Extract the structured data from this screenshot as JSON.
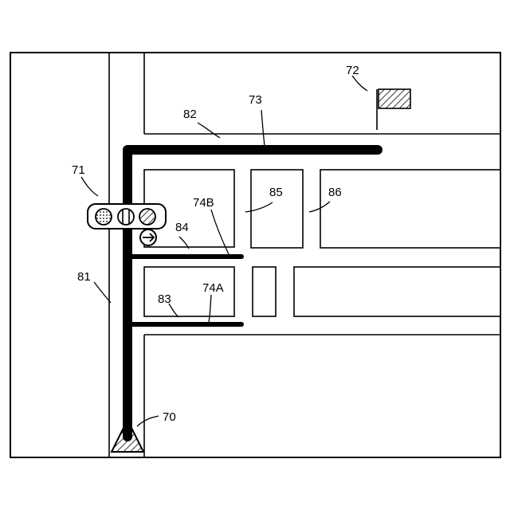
{
  "labels": {
    "vehicle": "70",
    "traffic_signal": "71",
    "destination_flag": "72",
    "route": "73",
    "stop_line_b": "74B",
    "stop_line_a": "74A",
    "road_main": "81",
    "road_top": "82",
    "side_road_lower": "83",
    "side_road_upper": "84",
    "building_middle": "85",
    "building_right": "86"
  },
  "colors": {
    "line": "#000000",
    "background": "#ffffff"
  }
}
